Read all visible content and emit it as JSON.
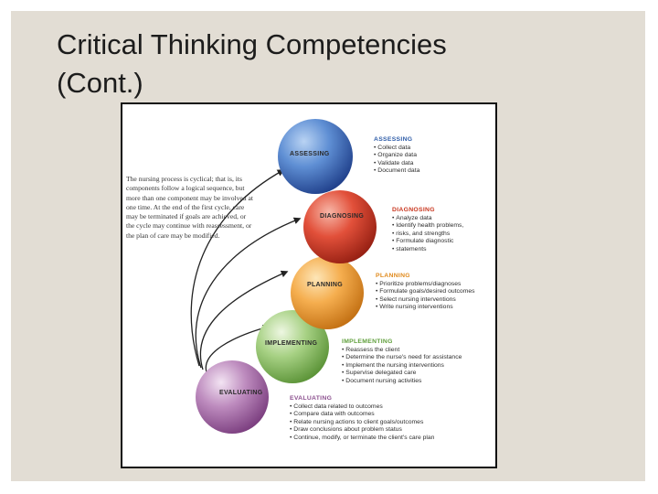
{
  "slide": {
    "title_line1": "Critical Thinking Competencies",
    "title_line2": "(Cont.)"
  },
  "figure": {
    "intro_text": "The nursing process is cyclical; that is, its components follow a logical sequence, but more than one component may be involved at one time. At the end of the first cycle, care may be terminated if goals are achieved, or the cycle may continue with reassessment, or the plan of care may be modified.",
    "stages": [
      {
        "label": "ASSESSING",
        "color": "#3f6fb8",
        "heading": "ASSESSING",
        "heading_color": "#2f5da8",
        "bullets": [
          "Collect data",
          "Organize data",
          "Validate data",
          "Document data"
        ]
      },
      {
        "label": "DIAGNOSING",
        "color": "#d93f2b",
        "heading": "DIAGNOSING",
        "heading_color": "#c9371f",
        "bullets": [
          "Analyze data",
          "Identify health problems,",
          "risks, and strengths",
          "Formulate diagnostic",
          "statements"
        ]
      },
      {
        "label": "PLANNING",
        "color": "#f0a13c",
        "heading": "PLANNING",
        "heading_color": "#e08a1c",
        "bullets": [
          "Prioritize problems/diagnoses",
          "Formulate goals/desired outcomes",
          "Select nursing interventions",
          "Write nursing interventions"
        ]
      },
      {
        "label": "IMPLEMENTING",
        "color": "#8fc16a",
        "heading": "IMPLEMENTING",
        "heading_color": "#5e9e3a",
        "bullets": [
          "Reassess the client",
          "Determine the nurse's need for assistance",
          "Implement the nursing interventions",
          "Supervise delegated care",
          "Document nursing activities"
        ]
      },
      {
        "label": "EVALUATING",
        "color": "#a76aa8",
        "heading": "EVALUATING",
        "heading_color": "#8b4f8e",
        "bullets": [
          "Collect data related to outcomes",
          "Compare data with outcomes",
          "Relate nursing actions to client goals/outcomes",
          "Draw conclusions about problem status",
          "Continue, modify, or terminate the client's care plan"
        ]
      }
    ]
  }
}
